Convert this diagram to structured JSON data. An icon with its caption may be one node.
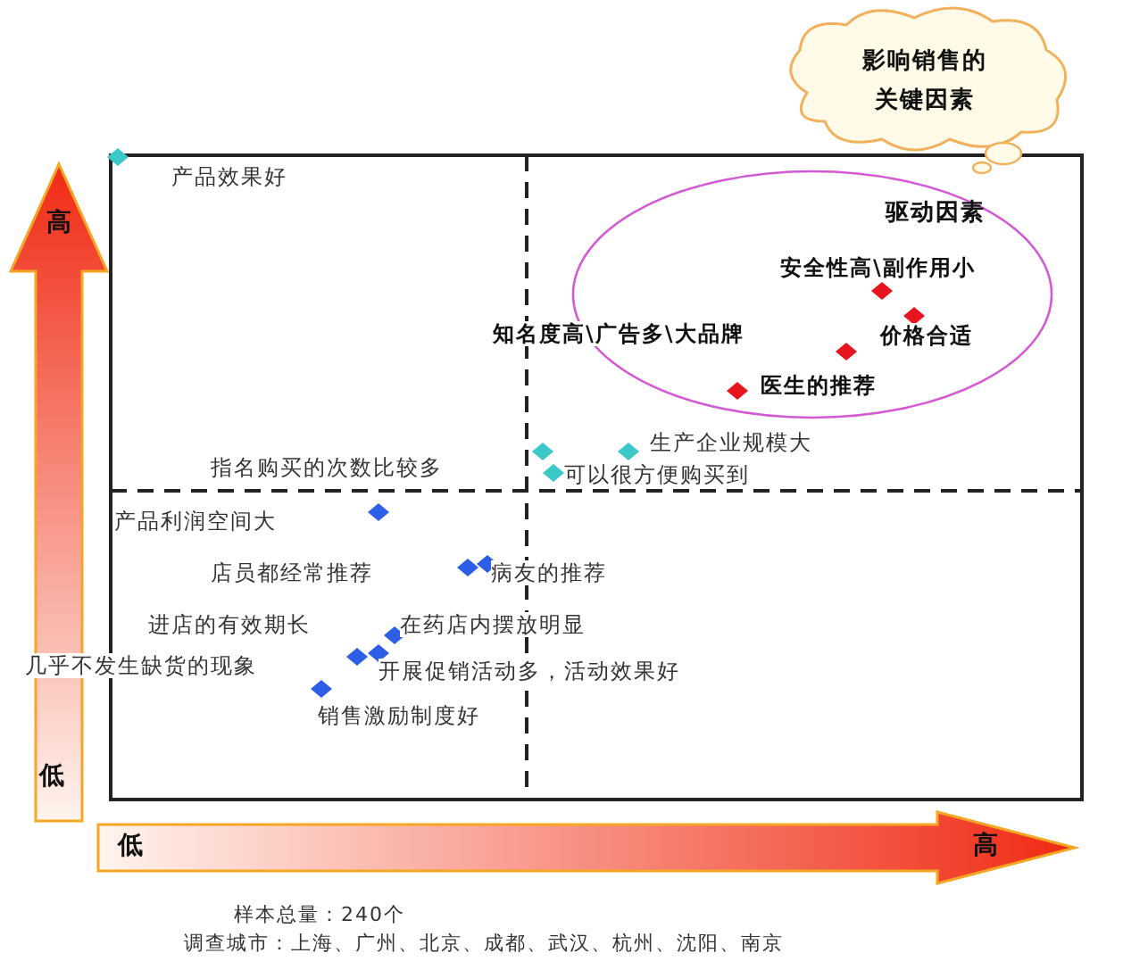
{
  "diagram": {
    "nodes": [
      {
        "text": [
          "影响销售的关键因素"
        ]
      },
      {
        "text": [
          "驱动因素"
        ]
      }
    ],
    "labels": [
      "产品效果好",
      "安全性高\\副作用小",
      "知名度高\\广告多\\大品牌",
      "价格合适",
      "医生的推荐",
      "生产企业规模大",
      "指名购买的次数比较多",
      "可以很方便购买到",
      "产品利润空间大",
      "店员都经常推荐",
      "病友的推荐",
      "进店的有效期长",
      "在药店内摆放明显",
      "几乎不发生缺货的现象",
      "开展促销活动多，活动效果好",
      "销售激励制度好",
      "高",
      "低",
      "低",
      "高",
      "样本总量：240个",
      "调查城市：上海、广州、北京、成都、武汉、杭州、沈阳、南京"
    ]
  }
}
